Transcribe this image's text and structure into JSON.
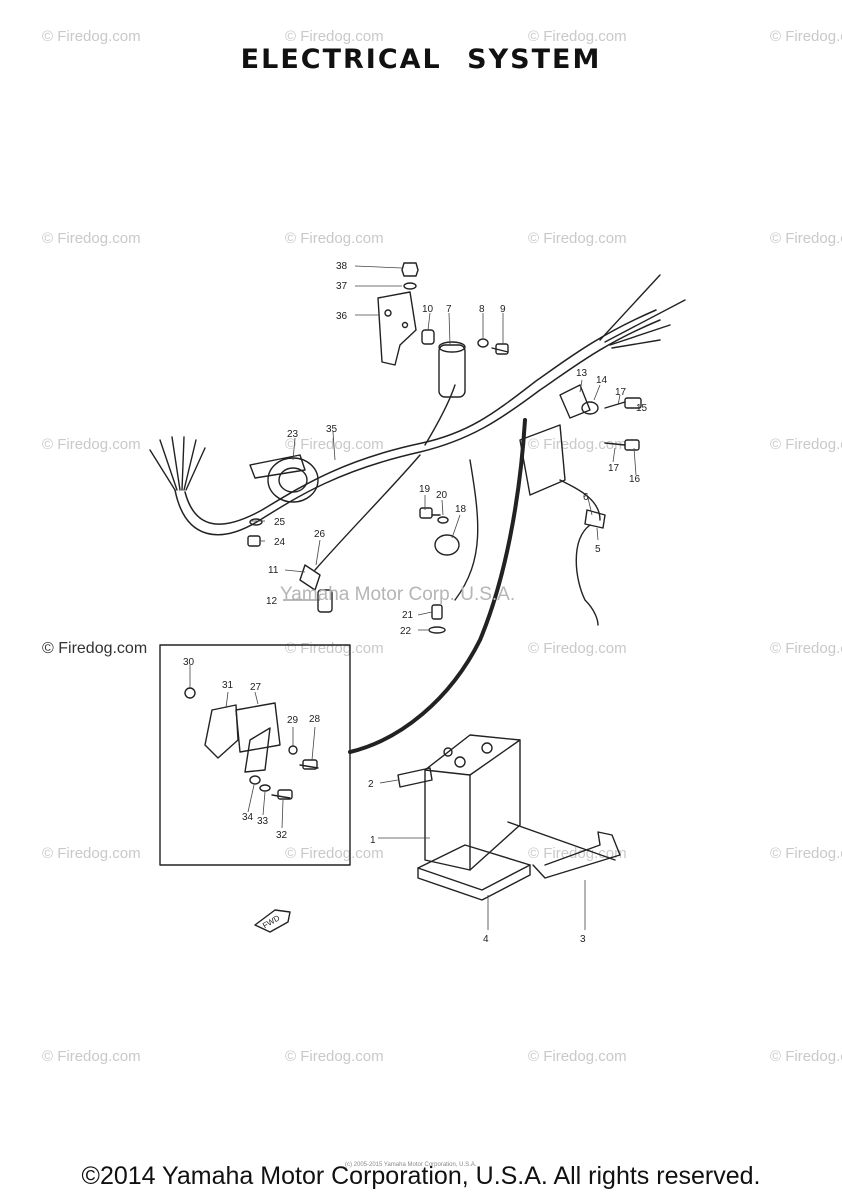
{
  "title": "ELECTRICAL SYSTEM",
  "watermark": "© Firedog.com",
  "center_watermark": "Yamaha Motor Corp. U.S.A.",
  "tiny_note": "(c) 2005-2015 Yamaha Motor Corporation, U.S.A.",
  "footer": "©2014 Yamaha Motor Corporation, U.S.A. All rights reserved.",
  "fwd_label": "FWD",
  "part_numbers": [
    "1",
    "2",
    "3",
    "4",
    "5",
    "6",
    "7",
    "8",
    "9",
    "10",
    "11",
    "12",
    "13",
    "14",
    "15",
    "16",
    "17",
    "17",
    "18",
    "19",
    "20",
    "21",
    "22",
    "23",
    "24",
    "25",
    "26",
    "27",
    "28",
    "29",
    "30",
    "31",
    "32",
    "33",
    "34",
    "35",
    "36",
    "37",
    "38"
  ]
}
